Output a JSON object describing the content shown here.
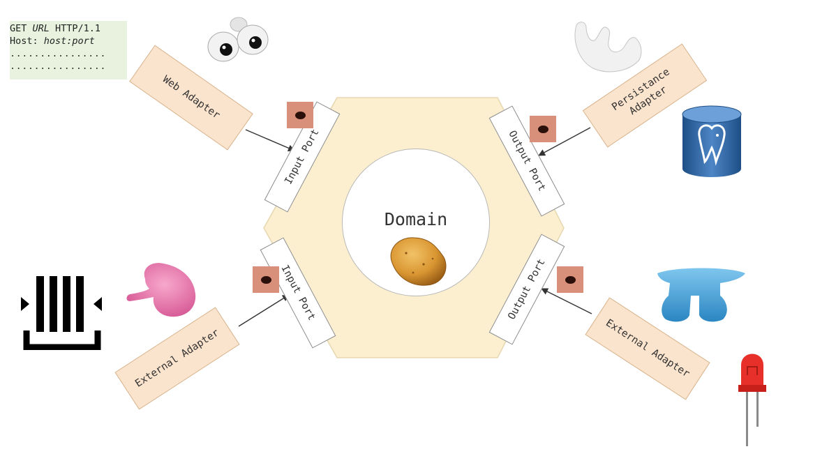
{
  "http_request": {
    "line1_method": "GET ",
    "line1_url": "URL",
    "line1_version": " HTTP/1.1",
    "line2_key": "Host: ",
    "line2_value": "host:port",
    "line3": "................",
    "line4": "................"
  },
  "domain": {
    "label": "Domain"
  },
  "ports": {
    "top_left": "Input Port",
    "bottom_left": "Input Port",
    "top_right": "Output Port",
    "bottom_right": "Output Port"
  },
  "adapters": {
    "web": "Web Adapter",
    "persistence_line1": "Persistance",
    "persistence_line2": "Adapter",
    "external_left": "External Adapter",
    "external_right": "External Adapter"
  },
  "colors": {
    "hexagon": "#fcefcf",
    "adapter_fill": "#fbe4cd",
    "socket": "#d9907a",
    "database": "#3a6ea8",
    "led": "#e8302a"
  },
  "icons": [
    "eyes-plug-icon",
    "stencil-plug-icon",
    "database-icon",
    "ear-plug-icon",
    "barcode-scanner-icon",
    "feet-plug-icon",
    "led-icon",
    "potato-icon"
  ]
}
